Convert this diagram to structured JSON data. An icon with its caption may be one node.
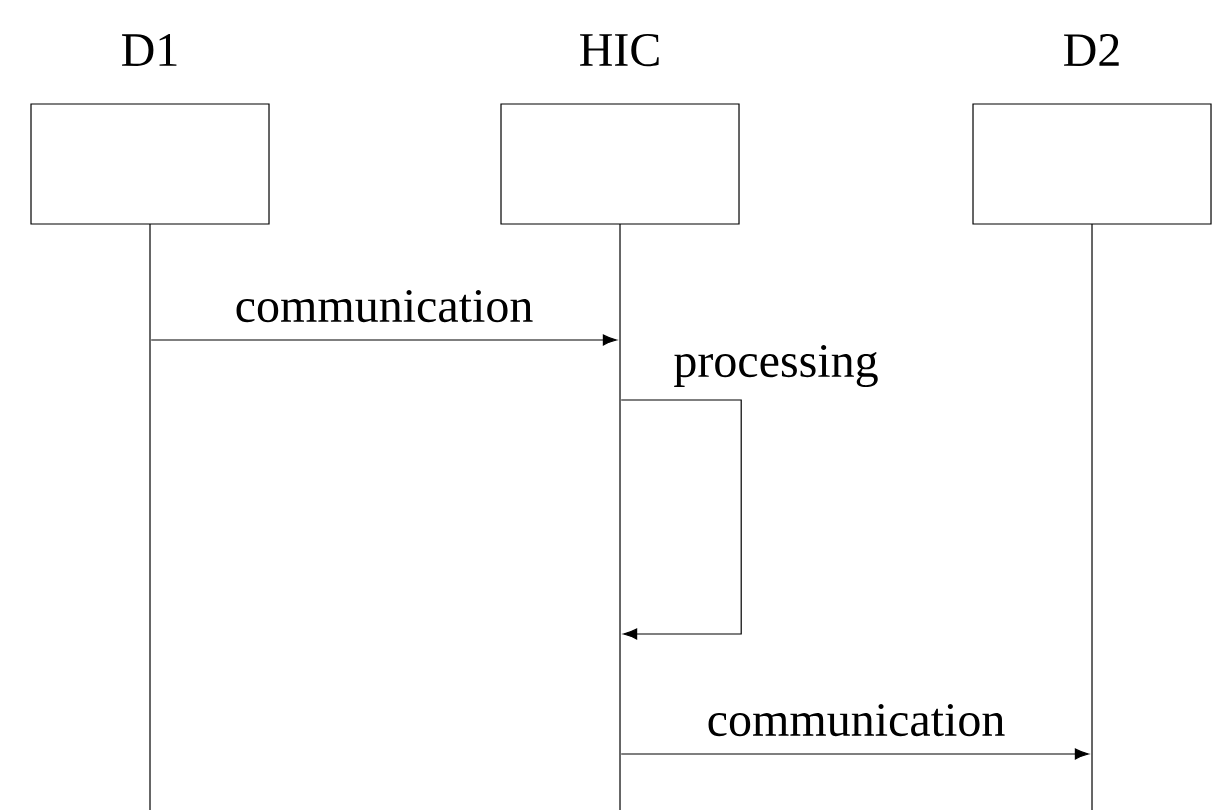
{
  "diagram": {
    "nodes": [
      {
        "text": [
          "D1"
        ]
      },
      {
        "text": [
          "HIC"
        ]
      },
      {
        "text": [
          "D2"
        ]
      },
      {
        "text": [],
        "shape": "bar"
      },
      {
        "text": [],
        "shape": "bar"
      },
      {
        "text": [],
        "shape": "bar"
      }
    ],
    "edges": [
      {
        "from": 3,
        "to": 4,
        "arrow": "to",
        "label": "communication"
      },
      {
        "from": 4,
        "to": 4,
        "arrow": "to",
        "label": "processing"
      },
      {
        "from": 4,
        "to": 5,
        "arrow": "to",
        "label": "communication"
      }
    ]
  }
}
